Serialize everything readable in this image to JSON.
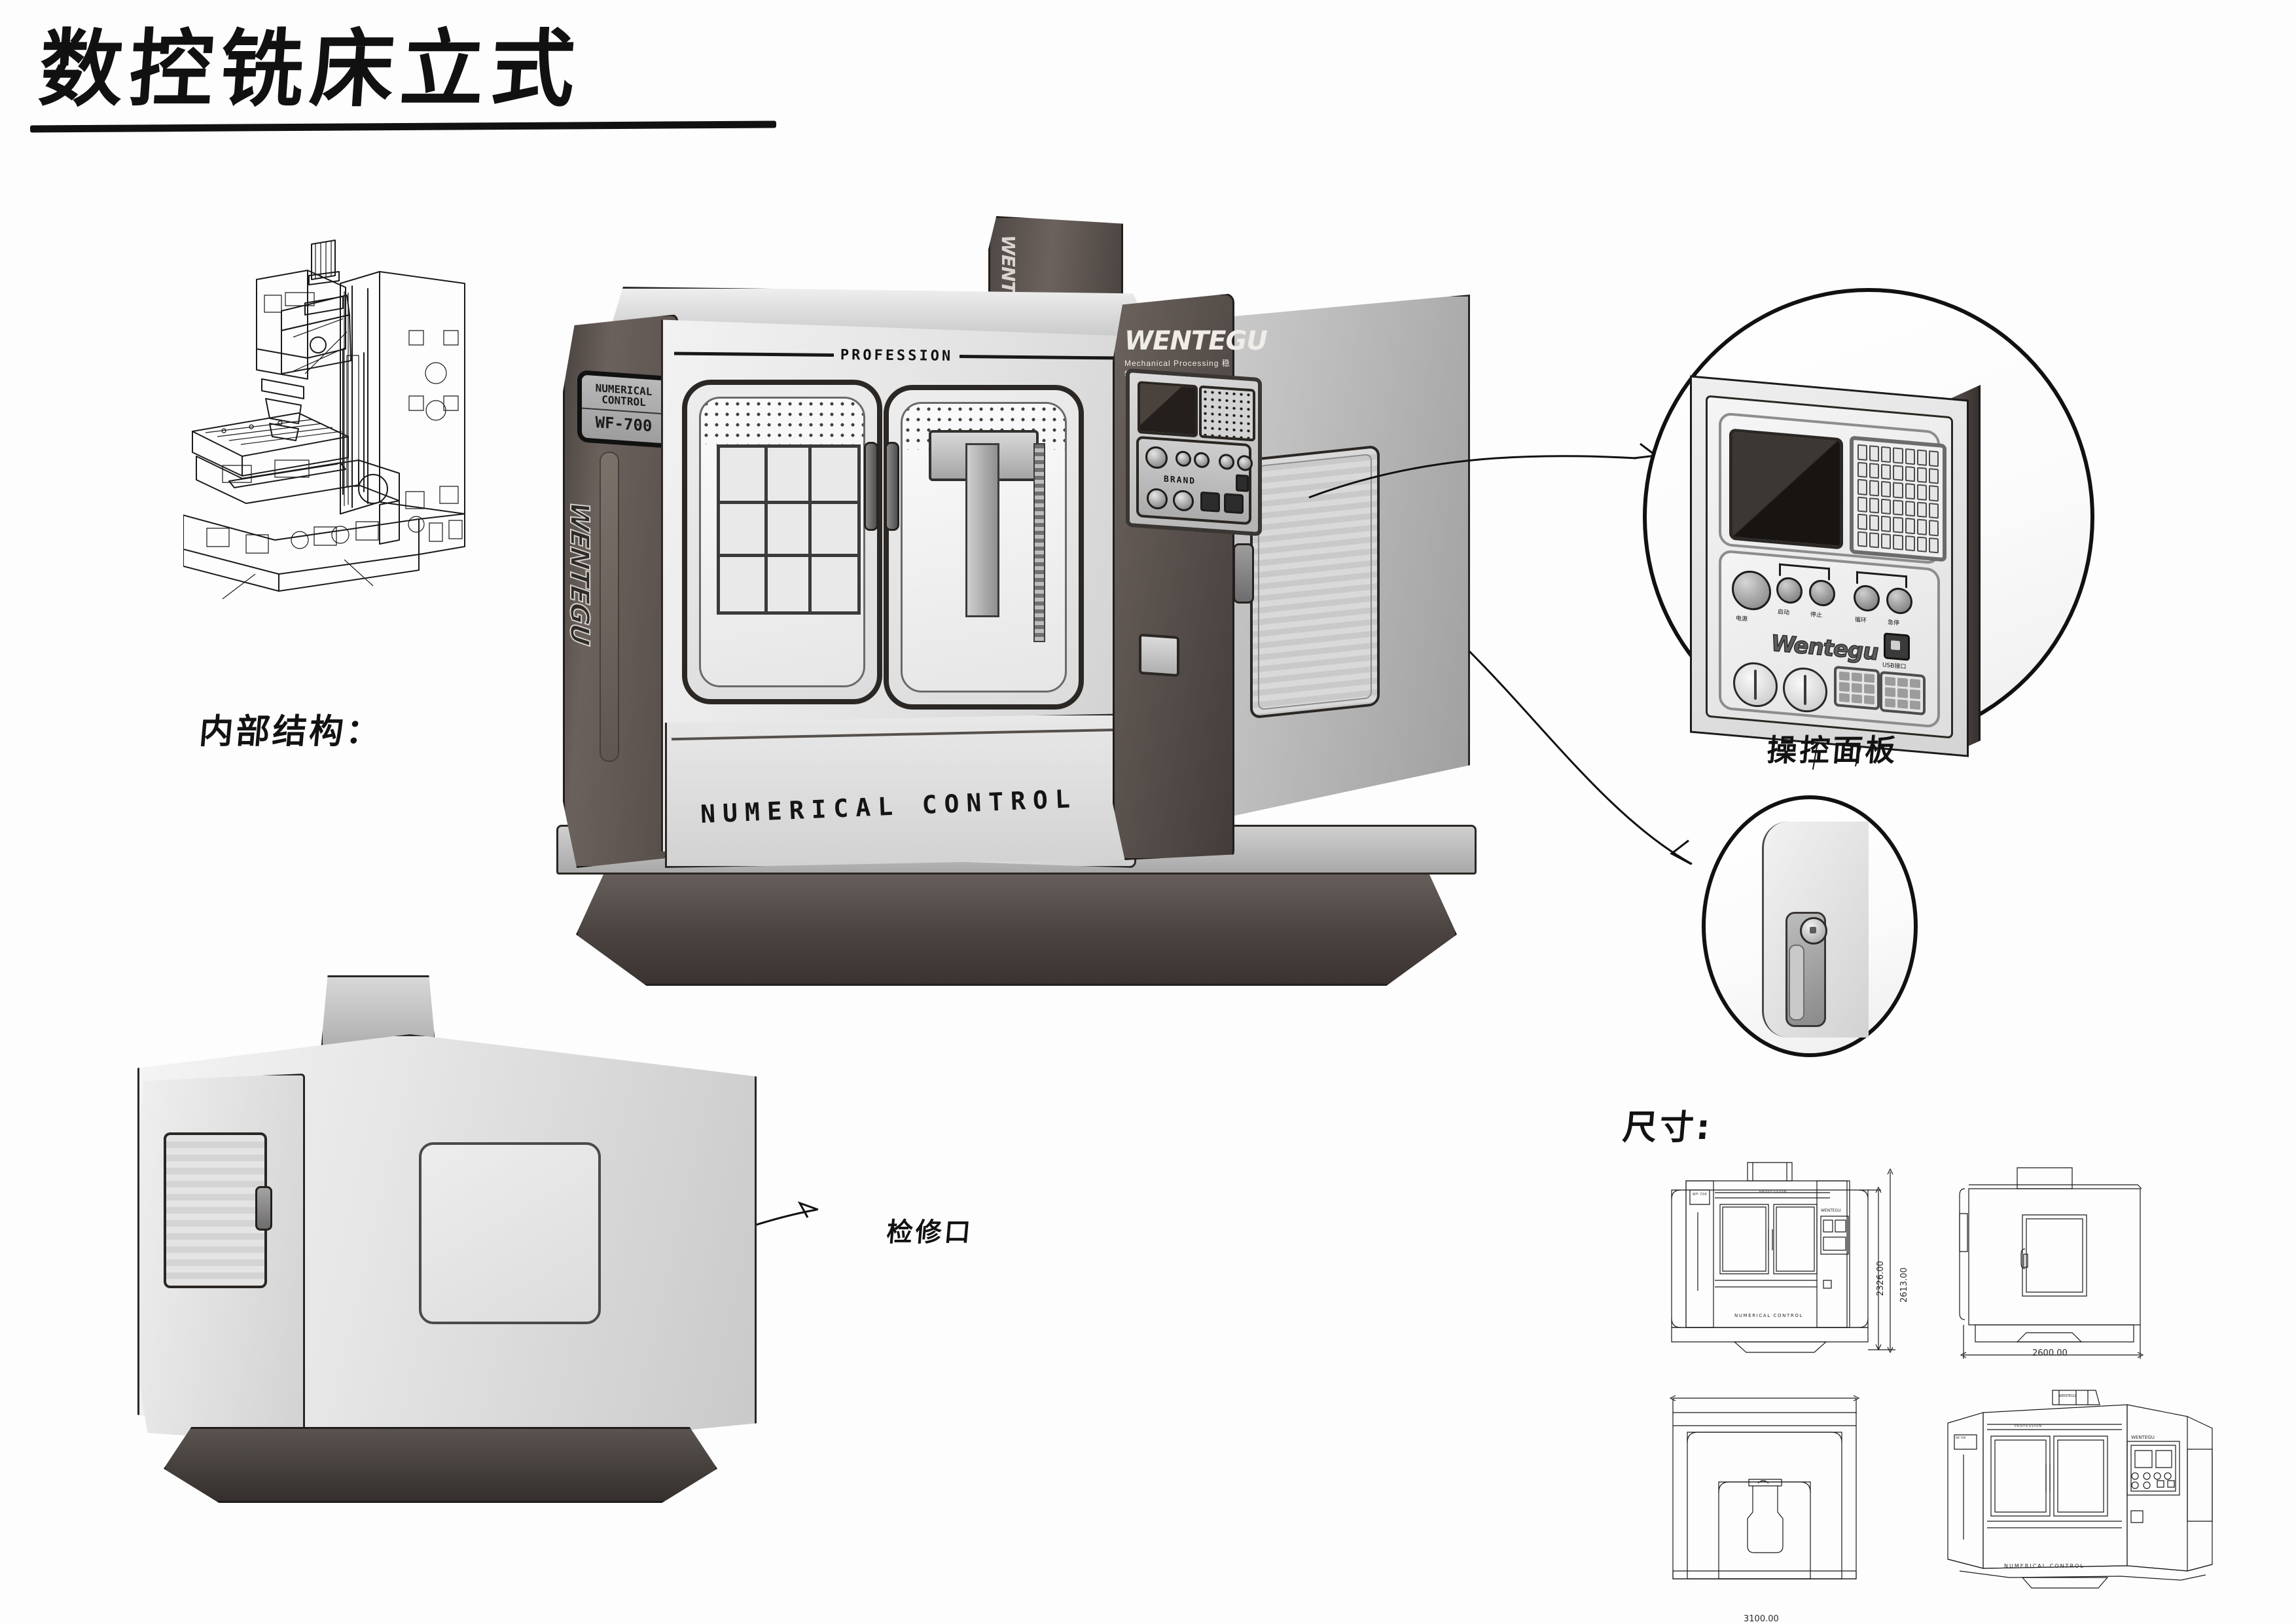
{
  "title": {
    "text": "数控铣床立式"
  },
  "labels": {
    "internal_structure": "内部结构：",
    "control_panel": "操控面板",
    "access_port": "检修口",
    "dimensions": "尺寸:"
  },
  "machine": {
    "brand": "WENTEGU",
    "brand_sub": "Mechanical Processing 稳特固®",
    "brand_cn": "稳特固",
    "brand_reg": "®",
    "top_band": "PROFESSION",
    "bottom_band": "NUMERICAL CONTROL",
    "badge": {
      "line1": "NUMERICAL CONTROL",
      "line2": "WF-700"
    },
    "panel_brand": "BRAND",
    "chimney_mark": "WENTEGU",
    "side_wordmark": "WENTEGU"
  },
  "control_panel": {
    "logo": "Wentegu",
    "port_label": "USB接口",
    "buttons": [
      {
        "label": "电源"
      },
      {
        "label": "启动"
      },
      {
        "label": "停止"
      },
      {
        "label": "循环"
      },
      {
        "label": "急停"
      }
    ]
  },
  "dimensions": {
    "front_view": {
      "height_outer": "2613.00",
      "height_inner": "2326.00"
    },
    "side_view": {
      "width": "2600.00"
    },
    "rear_view": {
      "width": "3100.00"
    },
    "iso_view": {
      "bottom_band": "NUMERICAL CONTROL",
      "top_band": "PROFESSION",
      "brand": "WENTEGU",
      "badge": "WF-700"
    }
  },
  "colors": {
    "ink": "#111111",
    "body_light": "#e8e8e8",
    "body_dark": "#4a4340",
    "accent_dark": "#2b2724"
  }
}
